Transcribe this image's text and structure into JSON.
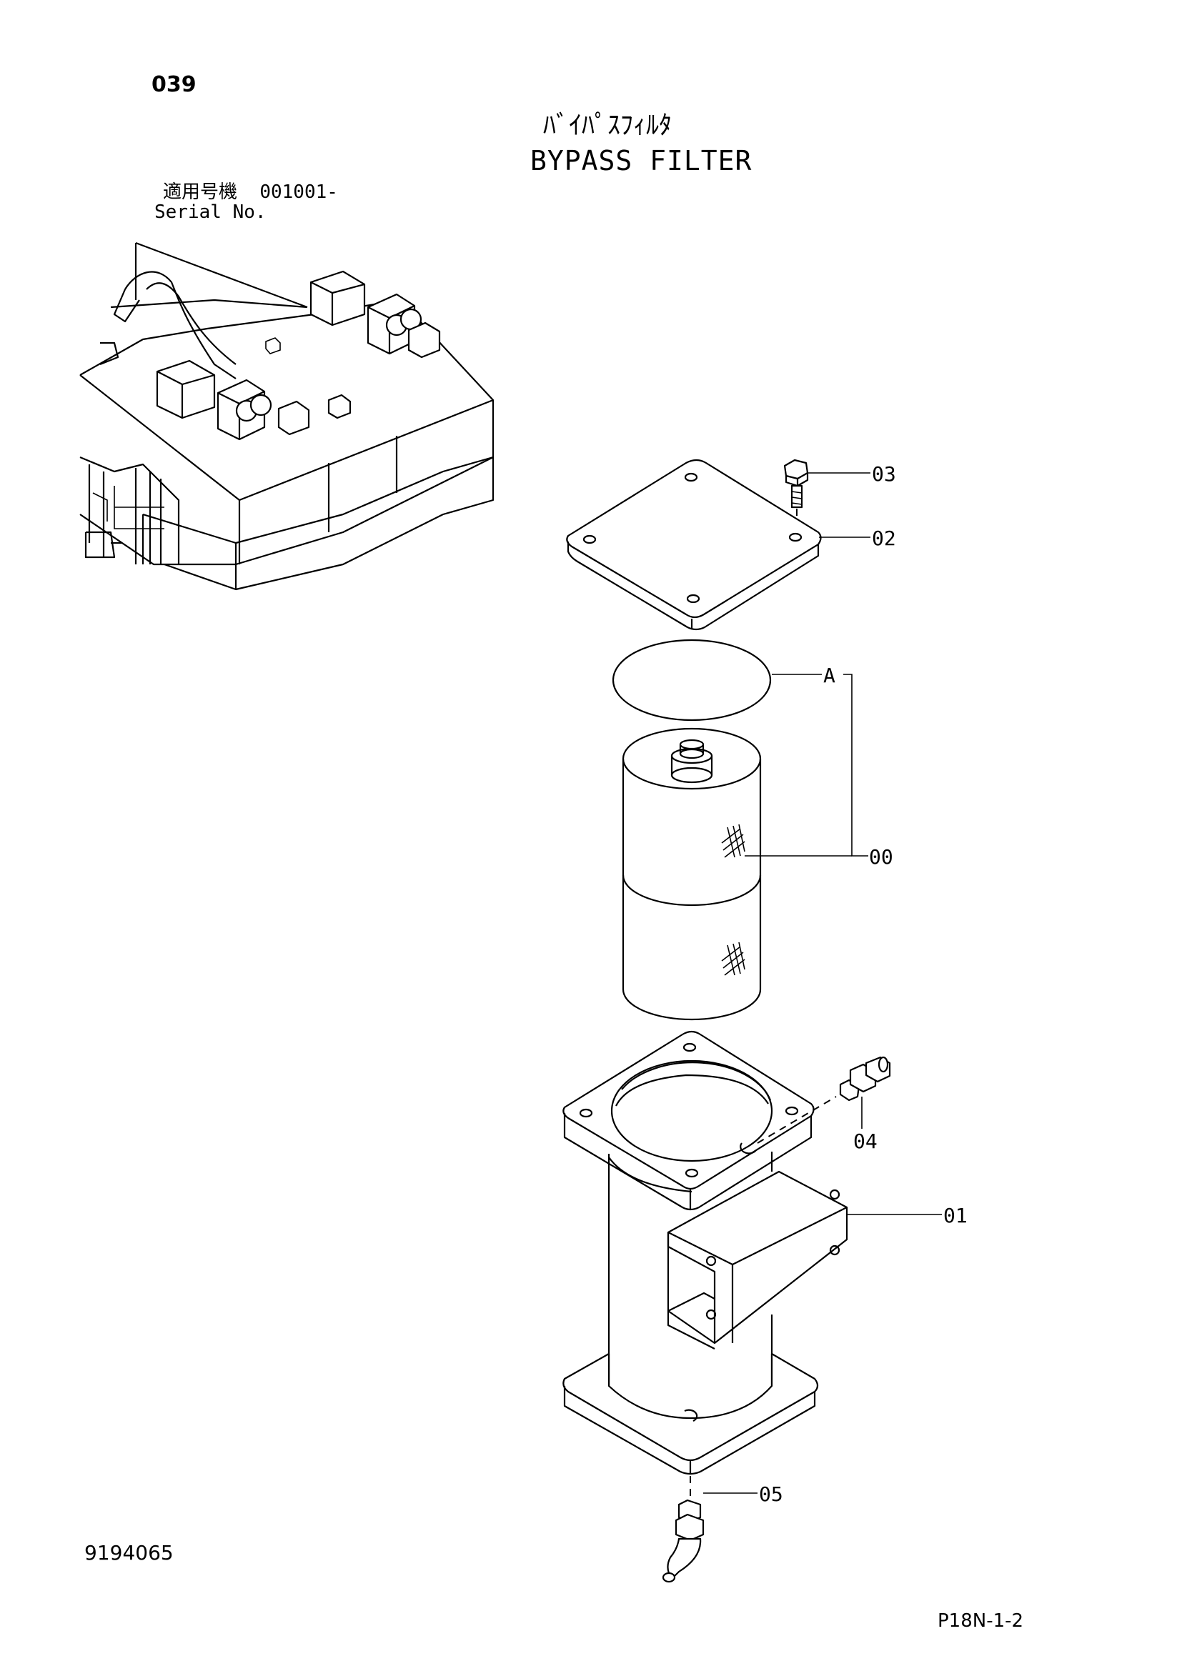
{
  "header": {
    "page_number": "039",
    "title_jp": "ﾊﾞｲﾊﾟｽﾌｨﾙﾀ",
    "title_en": "BYPASS FILTER",
    "serial_label_jp": "適用号機",
    "serial_value": "001001-",
    "serial_label_en": "Serial No."
  },
  "callouts": [
    {
      "id": "03"
    },
    {
      "id": "02"
    },
    {
      "id": "A"
    },
    {
      "id": "00"
    },
    {
      "id": "04"
    },
    {
      "id": "01"
    },
    {
      "id": "05"
    }
  ],
  "footer": {
    "document_number": "9194065",
    "page_ref": "P18N-1-2"
  }
}
